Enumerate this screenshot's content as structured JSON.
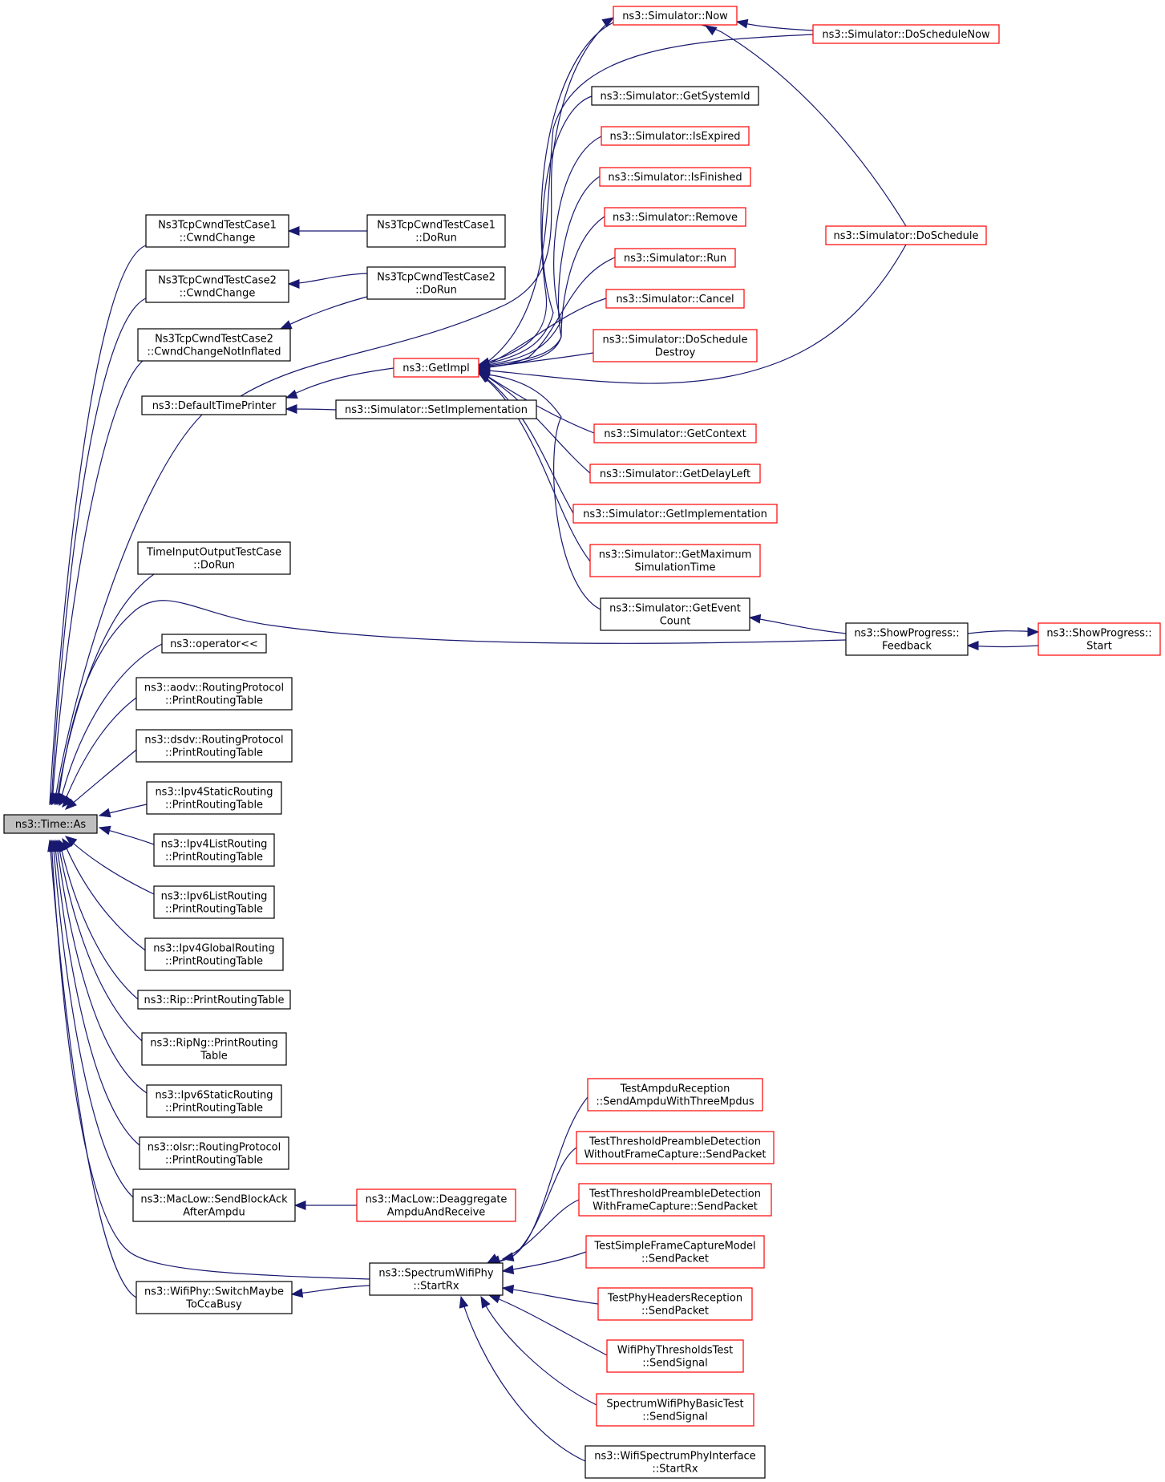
{
  "colors": {
    "edge": "#191970",
    "red_border": "#ff0000",
    "black_border": "#000000",
    "focus_fill": "#bfbfbf"
  },
  "nodes": [
    {
      "id": "time_as",
      "lines": [
        "ns3::Time::As"
      ],
      "style": "focus"
    },
    {
      "id": "tcp1_cwnd",
      "lines": [
        "Ns3TcpCwndTestCase1",
        "::CwndChange"
      ],
      "style": "black"
    },
    {
      "id": "tcp2_cwnd",
      "lines": [
        "Ns3TcpCwndTestCase2",
        "::CwndChange"
      ],
      "style": "black"
    },
    {
      "id": "tcp2_notinfl",
      "lines": [
        "Ns3TcpCwndTestCase2",
        "::CwndChangeNotInflated"
      ],
      "style": "black"
    },
    {
      "id": "default_printer",
      "lines": [
        "ns3::DefaultTimePrinter"
      ],
      "style": "black"
    },
    {
      "id": "time_io",
      "lines": [
        "TimeInputOutputTestCase",
        "::DoRun"
      ],
      "style": "black"
    },
    {
      "id": "operator",
      "lines": [
        "ns3::operator<<"
      ],
      "style": "black"
    },
    {
      "id": "aodv",
      "lines": [
        "ns3::aodv::RoutingProtocol",
        "::PrintRoutingTable"
      ],
      "style": "black"
    },
    {
      "id": "dsdv",
      "lines": [
        "ns3::dsdv::RoutingProtocol",
        "::PrintRoutingTable"
      ],
      "style": "black"
    },
    {
      "id": "ipv4static",
      "lines": [
        "ns3::Ipv4StaticRouting",
        "::PrintRoutingTable"
      ],
      "style": "black"
    },
    {
      "id": "ipv4list",
      "lines": [
        "ns3::Ipv4ListRouting",
        "::PrintRoutingTable"
      ],
      "style": "black"
    },
    {
      "id": "ipv6list",
      "lines": [
        "ns3::Ipv6ListRouting",
        "::PrintRoutingTable"
      ],
      "style": "black"
    },
    {
      "id": "ipv4global",
      "lines": [
        "ns3::Ipv4GlobalRouting",
        "::PrintRoutingTable"
      ],
      "style": "black"
    },
    {
      "id": "rip",
      "lines": [
        "ns3::Rip::PrintRoutingTable"
      ],
      "style": "black"
    },
    {
      "id": "ripng",
      "lines": [
        "ns3::RipNg::PrintRouting",
        "Table"
      ],
      "style": "black"
    },
    {
      "id": "ipv6static",
      "lines": [
        "ns3::Ipv6StaticRouting",
        "::PrintRoutingTable"
      ],
      "style": "black"
    },
    {
      "id": "olsr",
      "lines": [
        "ns3::olsr::RoutingProtocol",
        "::PrintRoutingTable"
      ],
      "style": "black"
    },
    {
      "id": "maclow_sba",
      "lines": [
        "ns3::MacLow::SendBlockAck",
        "AfterAmpdu"
      ],
      "style": "black"
    },
    {
      "id": "wifiphy_switch",
      "lines": [
        "ns3::WifiPhy::SwitchMaybe",
        "ToCcaBusy"
      ],
      "style": "black"
    },
    {
      "id": "tcp1_dorun",
      "lines": [
        "Ns3TcpCwndTestCase1",
        "::DoRun"
      ],
      "style": "black"
    },
    {
      "id": "tcp2_dorun",
      "lines": [
        "Ns3TcpCwndTestCase2",
        "::DoRun"
      ],
      "style": "black"
    },
    {
      "id": "getimpl",
      "lines": [
        "ns3::GetImpl"
      ],
      "style": "red"
    },
    {
      "id": "setimpl",
      "lines": [
        "ns3::Simulator::SetImplementation"
      ],
      "style": "black"
    },
    {
      "id": "maclow_deagg",
      "lines": [
        "ns3::MacLow::Deaggregate",
        "AmpduAndReceive"
      ],
      "style": "red"
    },
    {
      "id": "spectrum_startrx",
      "lines": [
        "ns3::SpectrumWifiPhy",
        "::StartRx"
      ],
      "style": "black"
    },
    {
      "id": "sim_now",
      "lines": [
        "ns3::Simulator::Now"
      ],
      "style": "red"
    },
    {
      "id": "sim_sysid",
      "lines": [
        "ns3::Simulator::GetSystemId"
      ],
      "style": "black"
    },
    {
      "id": "sim_expired",
      "lines": [
        "ns3::Simulator::IsExpired"
      ],
      "style": "red"
    },
    {
      "id": "sim_finished",
      "lines": [
        "ns3::Simulator::IsFinished"
      ],
      "style": "red"
    },
    {
      "id": "sim_remove",
      "lines": [
        "ns3::Simulator::Remove"
      ],
      "style": "red"
    },
    {
      "id": "sim_run",
      "lines": [
        "ns3::Simulator::Run"
      ],
      "style": "red"
    },
    {
      "id": "sim_cancel",
      "lines": [
        "ns3::Simulator::Cancel"
      ],
      "style": "red"
    },
    {
      "id": "sim_destroy",
      "lines": [
        "ns3::Simulator::DoSchedule",
        "Destroy"
      ],
      "style": "red"
    },
    {
      "id": "sim_context",
      "lines": [
        "ns3::Simulator::GetContext"
      ],
      "style": "red"
    },
    {
      "id": "sim_delay",
      "lines": [
        "ns3::Simulator::GetDelayLeft"
      ],
      "style": "red"
    },
    {
      "id": "sim_getimpl",
      "lines": [
        "ns3::Simulator::GetImplementation"
      ],
      "style": "red"
    },
    {
      "id": "sim_maxtime",
      "lines": [
        "ns3::Simulator::GetMaximum",
        "SimulationTime"
      ],
      "style": "red"
    },
    {
      "id": "sim_eventcount",
      "lines": [
        "ns3::Simulator::GetEvent",
        "Count"
      ],
      "style": "black"
    },
    {
      "id": "sim_doschednow",
      "lines": [
        "ns3::Simulator::DoScheduleNow"
      ],
      "style": "red"
    },
    {
      "id": "sim_dosched",
      "lines": [
        "ns3::Simulator::DoSchedule"
      ],
      "style": "red"
    },
    {
      "id": "show_feedback",
      "lines": [
        "ns3::ShowProgress::",
        "Feedback"
      ],
      "style": "black"
    },
    {
      "id": "show_start",
      "lines": [
        "ns3::ShowProgress::",
        "Start"
      ],
      "style": "red"
    },
    {
      "id": "ampdu_three",
      "lines": [
        "TestAmpduReception",
        "::SendAmpduWithThreeMpdus"
      ],
      "style": "red"
    },
    {
      "id": "thresh_without",
      "lines": [
        "TestThresholdPreambleDetection",
        "WithoutFrameCapture::SendPacket"
      ],
      "style": "red"
    },
    {
      "id": "thresh_with",
      "lines": [
        "TestThresholdPreambleDetection",
        "WithFrameCapture::SendPacket"
      ],
      "style": "red"
    },
    {
      "id": "simple_capture",
      "lines": [
        "TestSimpleFrameCaptureModel",
        "::SendPacket"
      ],
      "style": "red"
    },
    {
      "id": "phy_headers",
      "lines": [
        "TestPhyHeadersReception",
        "::SendPacket"
      ],
      "style": "red"
    },
    {
      "id": "wifi_thresholds",
      "lines": [
        "WifiPhyThresholdsTest",
        "::SendSignal"
      ],
      "style": "red"
    },
    {
      "id": "spectrum_basic",
      "lines": [
        "SpectrumWifiPhyBasicTest",
        "::SendSignal"
      ],
      "style": "red"
    },
    {
      "id": "spectrum_iface",
      "lines": [
        "ns3::WifiSpectrumPhyInterface",
        "::StartRx"
      ],
      "style": "black"
    }
  ]
}
